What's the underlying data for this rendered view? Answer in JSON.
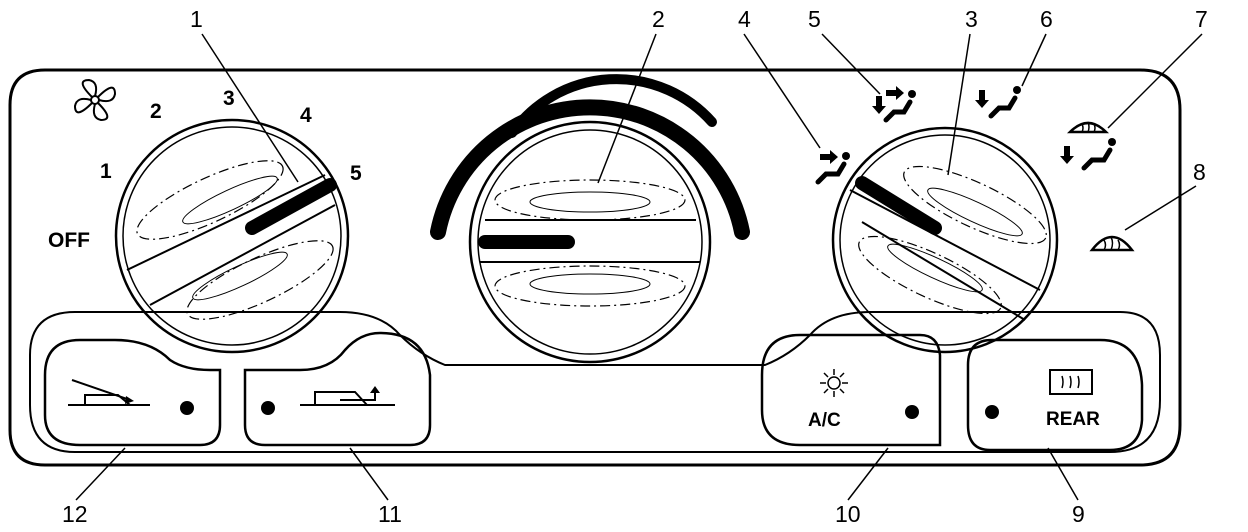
{
  "callouts": [
    "1",
    "2",
    "3",
    "4",
    "5",
    "6",
    "7",
    "8",
    "9",
    "10",
    "11",
    "12"
  ],
  "fan_dial": {
    "off_label": "OFF",
    "speeds": [
      "1",
      "2",
      "3",
      "4",
      "5"
    ]
  },
  "buttons": {
    "ac_label": "A/C",
    "rear_label": "REAR"
  },
  "icons": {
    "fan": "fan-icon",
    "vent": "vent-mode-icon",
    "bilevel": "bilevel-mode-icon",
    "floor": "floor-mode-icon",
    "floor_defrost": "floor-defrost-mode-icon",
    "defrost": "defrost-mode-icon",
    "fresh_air": "fresh-air-icon",
    "recirculate": "recirculate-icon",
    "snowflake": "ac-snowflake-icon",
    "rear_defrost": "rear-defrost-icon"
  }
}
